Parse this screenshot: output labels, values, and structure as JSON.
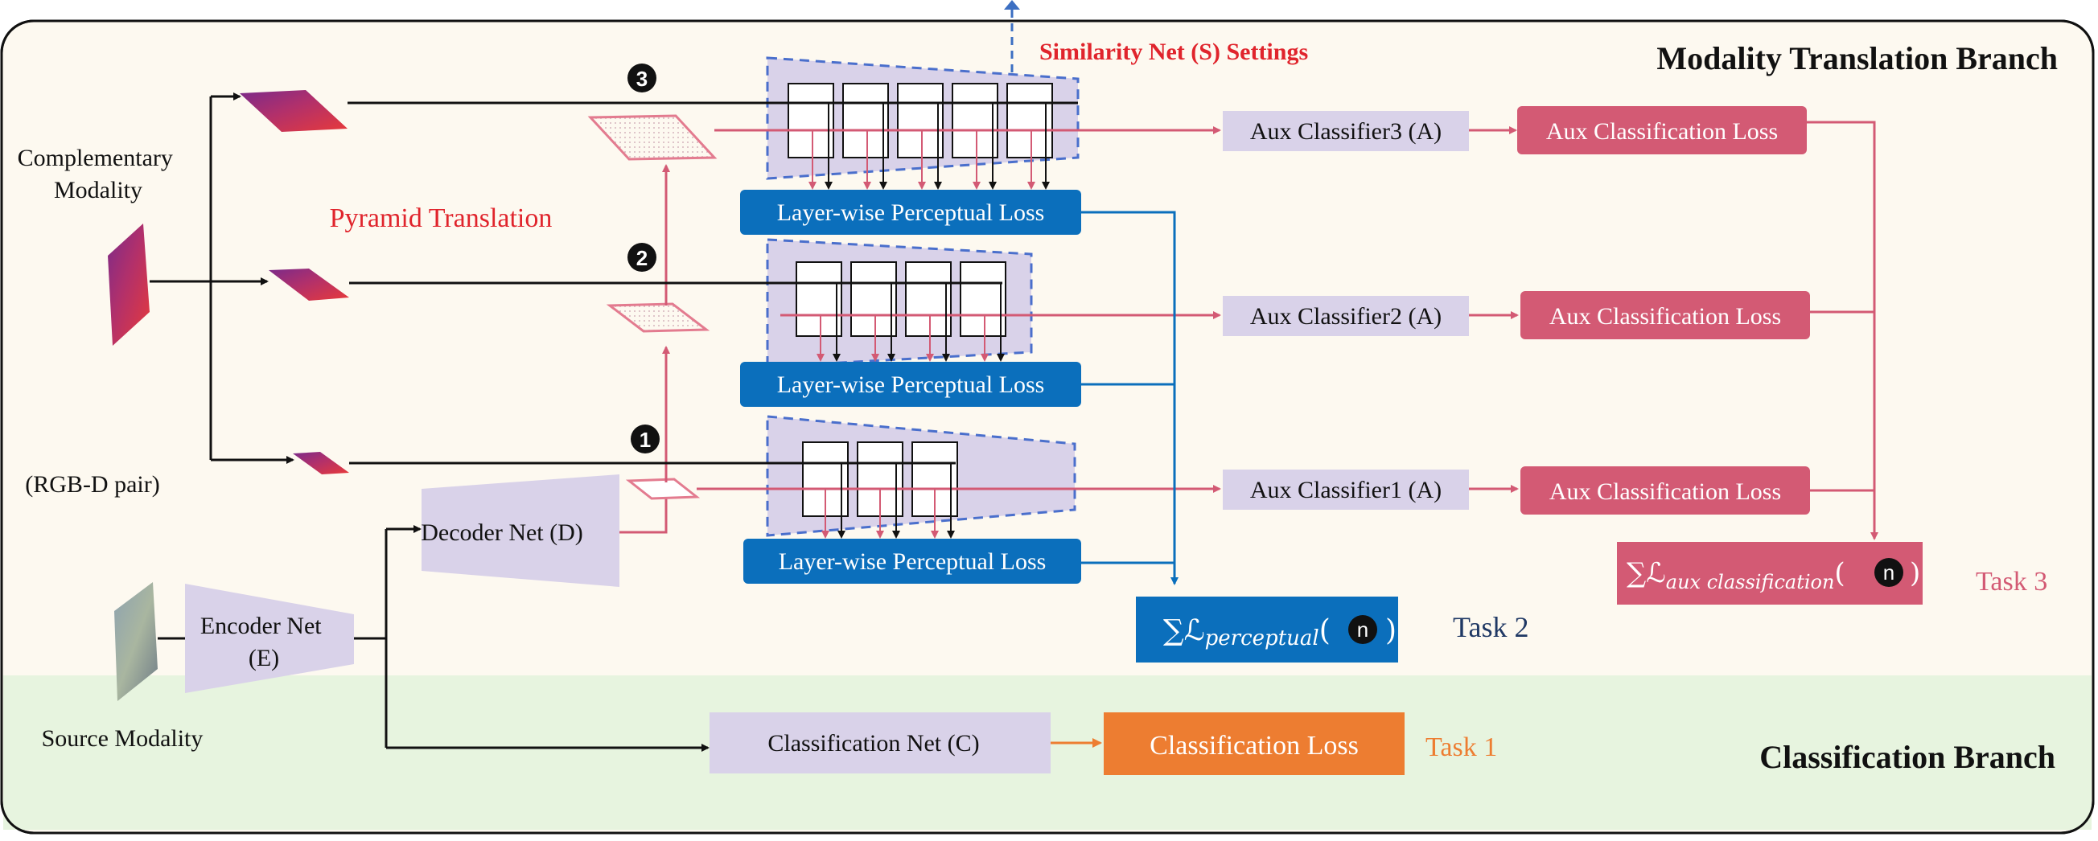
{
  "branches": {
    "translation_title": "Modality Translation Branch",
    "classification_title": "Classification Branch"
  },
  "inputs": {
    "complementary": [
      "Complementary",
      "Modality"
    ],
    "rgbd": "(RGB-D pair)",
    "source": "Source Modality"
  },
  "nets": {
    "encoder": [
      "Encoder Net",
      "(E)"
    ],
    "decoder": "Decoder Net (D)",
    "classifier": "Classification Net (C)"
  },
  "pyramid": {
    "label": "Pyramid Translation",
    "steps": [
      "1",
      "2",
      "3"
    ]
  },
  "similarity": {
    "label": "Similarity Net (S)  Settings"
  },
  "perceptual": {
    "box_label": "Layer-wise Perceptual Loss",
    "sum_prefix": "∑ℒ",
    "sum_sub": "perceptual",
    "sum_n": "n",
    "task": "Task 2"
  },
  "aux": {
    "classifiers": [
      "Aux Classifier3 (A)",
      "Aux Classifier2 (A)",
      "Aux Classifier1 (A)"
    ],
    "loss_label": "Aux Classification Loss",
    "sum_prefix": "∑ℒ",
    "sum_sub": "aux classification",
    "sum_n": "n",
    "task": "Task 3"
  },
  "classification": {
    "loss_label": "Classification Loss",
    "task": "Task 1"
  },
  "colors": {
    "translation_bg": "#fdf9f0",
    "classification_bg": "#e7f4df",
    "blue": "#0b6fbc",
    "pink": "#d35a74",
    "orange": "#ed7d31",
    "lavender": "#d9d2e9",
    "red_text": "#e0242c",
    "navy_text": "#1f3864"
  }
}
